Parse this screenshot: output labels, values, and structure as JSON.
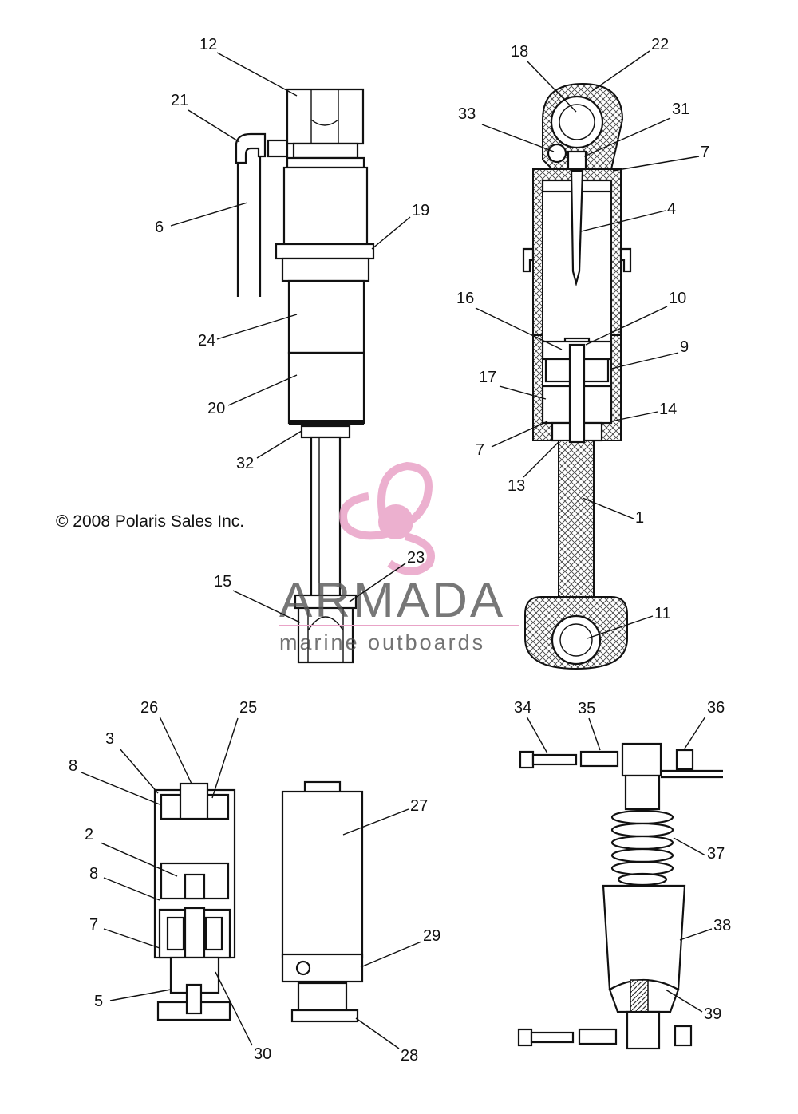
{
  "copyright": "© 2008 Polaris Sales Inc.",
  "watermark": {
    "brand": "ARMADA",
    "tagline": "marine outboards",
    "logo_color": "#e9a3c7"
  },
  "callouts": [
    {
      "id": "12",
      "text": "12"
    },
    {
      "id": "21",
      "text": "21"
    },
    {
      "id": "6",
      "text": "6"
    },
    {
      "id": "19",
      "text": "19"
    },
    {
      "id": "24",
      "text": "24"
    },
    {
      "id": "20",
      "text": "20"
    },
    {
      "id": "32",
      "text": "32"
    },
    {
      "id": "15",
      "text": "15"
    },
    {
      "id": "23",
      "text": "23"
    },
    {
      "id": "18",
      "text": "18"
    },
    {
      "id": "22",
      "text": "22"
    },
    {
      "id": "33",
      "text": "33"
    },
    {
      "id": "31",
      "text": "31"
    },
    {
      "id": "7a",
      "text": "7"
    },
    {
      "id": "4",
      "text": "4"
    },
    {
      "id": "16",
      "text": "16"
    },
    {
      "id": "10",
      "text": "10"
    },
    {
      "id": "9",
      "text": "9"
    },
    {
      "id": "17",
      "text": "17"
    },
    {
      "id": "14",
      "text": "14"
    },
    {
      "id": "7b",
      "text": "7"
    },
    {
      "id": "13",
      "text": "13"
    },
    {
      "id": "1",
      "text": "1"
    },
    {
      "id": "11",
      "text": "11"
    },
    {
      "id": "26",
      "text": "26"
    },
    {
      "id": "25",
      "text": "25"
    },
    {
      "id": "3",
      "text": "3"
    },
    {
      "id": "8a",
      "text": "8"
    },
    {
      "id": "2",
      "text": "2"
    },
    {
      "id": "8b",
      "text": "8"
    },
    {
      "id": "7c",
      "text": "7"
    },
    {
      "id": "5",
      "text": "5"
    },
    {
      "id": "30",
      "text": "30"
    },
    {
      "id": "27",
      "text": "27"
    },
    {
      "id": "29",
      "text": "29"
    },
    {
      "id": "28",
      "text": "28"
    },
    {
      "id": "34",
      "text": "34"
    },
    {
      "id": "35",
      "text": "35"
    },
    {
      "id": "36",
      "text": "36"
    },
    {
      "id": "37",
      "text": "37"
    },
    {
      "id": "38",
      "text": "38"
    },
    {
      "id": "39",
      "text": "39"
    }
  ]
}
